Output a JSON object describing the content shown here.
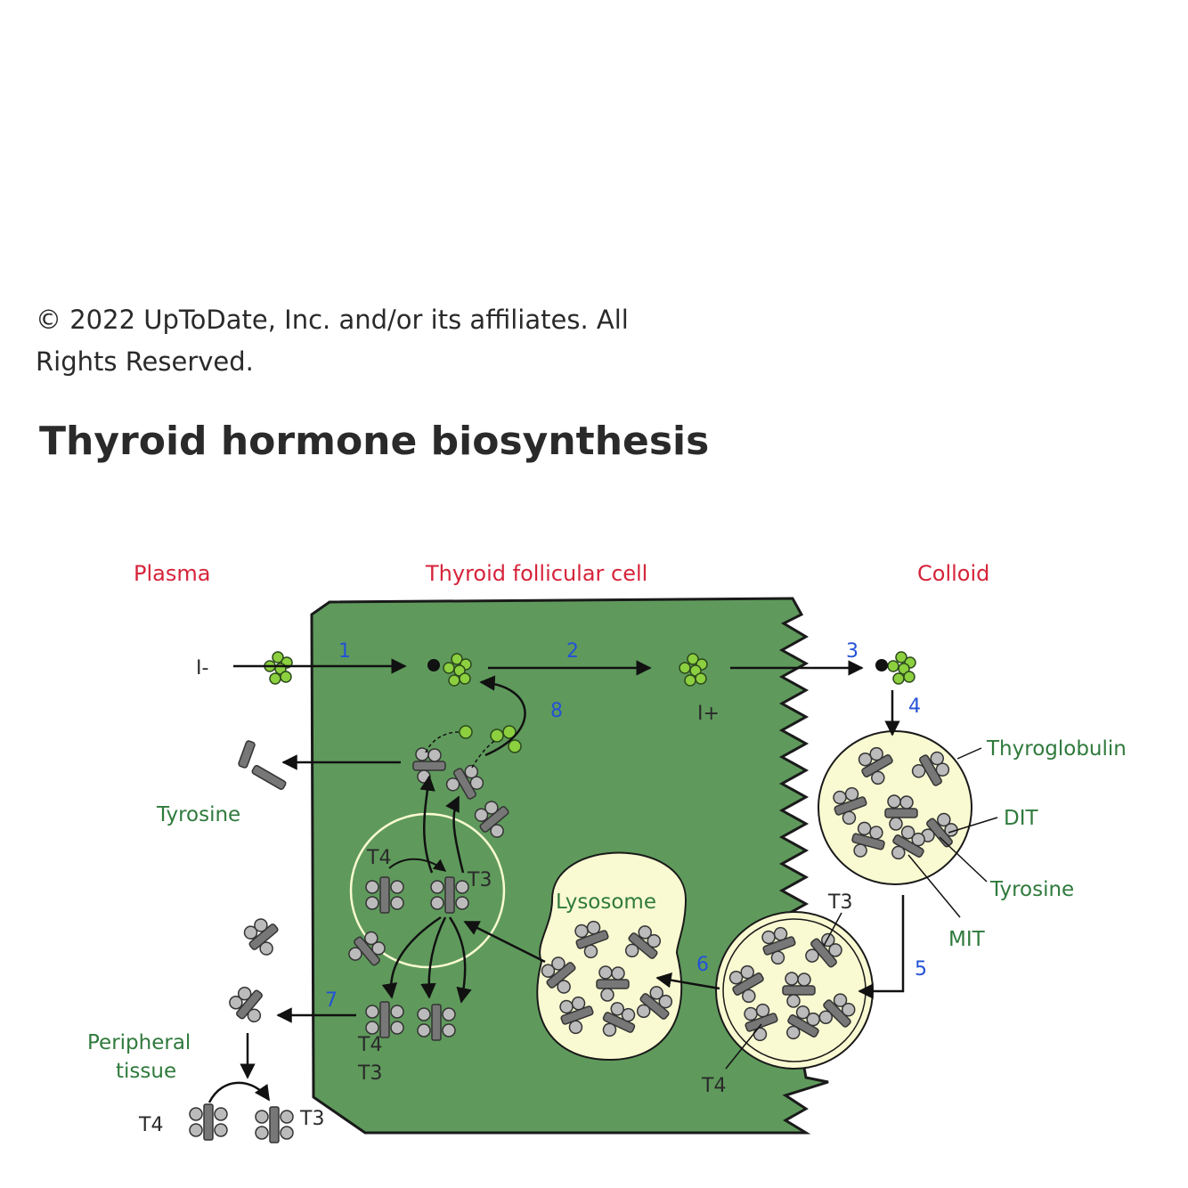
{
  "copyright": "© 2022 UpToDate, Inc. and/or its affiliates. All Rights Reserved.",
  "title": "Thyroid hormone biosynthesis",
  "regions": {
    "plasma": "Plasma",
    "cell": "Thyroid follicular cell",
    "colloid": "Colloid"
  },
  "labels": {
    "iodide": "I-",
    "iodine": "I+",
    "tyrosine_left": "Tyrosine",
    "thyroglobulin": "Thyroglobulin",
    "dit": "DIT",
    "tyrosine_right": "Tyrosine",
    "mit": "MIT",
    "lysosome": "Lysosome",
    "t4_a": "T4",
    "t3_a": "T3",
    "t3_b": "T3",
    "t4_b": "T4",
    "t4_c": "T4",
    "t3_c": "T3",
    "peripheral": "Peripheral",
    "tissue": "tissue",
    "t4_d": "T4",
    "t3_d": "T3"
  },
  "steps": [
    "1",
    "2",
    "3",
    "4",
    "5",
    "6",
    "7",
    "8"
  ],
  "colors": {
    "cell": "#5f9a5c",
    "colloid": "#fafad2",
    "iodine": "#8ccf3f",
    "molecule": "#7a7a7a"
  }
}
